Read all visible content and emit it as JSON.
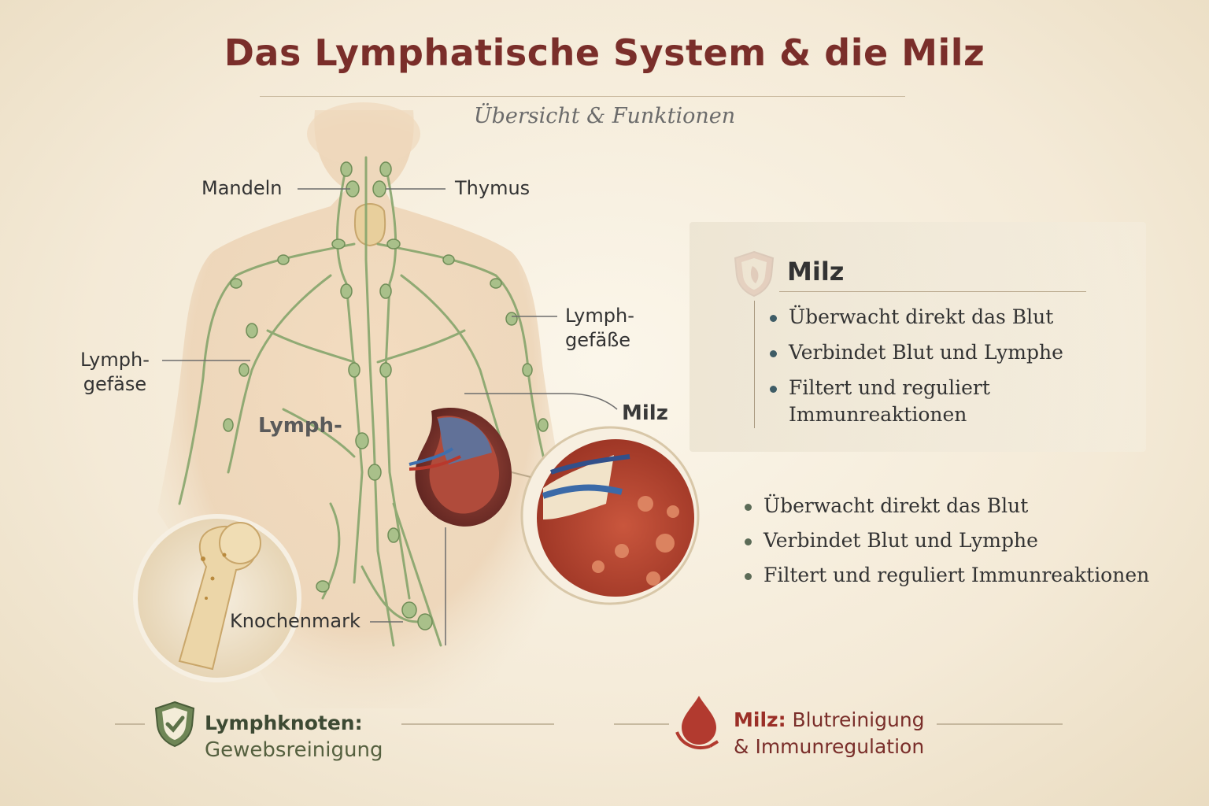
{
  "title": "Das Lymphatische System & die Milz",
  "subtitle": "Übersicht & Funktionen",
  "labels": {
    "mandeln": "Mandeln",
    "thymus": "Thymus",
    "lymphgefaesse_right_line1": "Lymph-",
    "lymphgefaesse_right_line2": "gefäße",
    "lymphgefaesse_left_line1": "Lymph-",
    "lymphgefaesse_left_line2": "gefäse",
    "lymph": "Lymph-",
    "milz": "Milz",
    "knochenmark": "Knochenmark"
  },
  "panel": {
    "title": "Milz",
    "items": [
      "Überwacht direkt das Blut",
      "Verbindet Blut und Lymphe",
      "Filtert und reguliert Immunreaktionen"
    ]
  },
  "side_list": [
    "Überwacht direkt das Blut",
    "Verbindet Blut und Lymphe",
    "Filtert und reguliert Immunreaktionen"
  ],
  "footer": {
    "left_title": "Lymphknoten:",
    "left_text": "Gewebsreinigung",
    "right_title": "Milz:",
    "right_text_line1": "Blutreinigung",
    "right_text_line2": "& Immunregulation"
  },
  "colors": {
    "title": "#7a2e2a",
    "lymph_green": "#7f9b66",
    "spleen_red": "#a33a2c",
    "shield_green": "#5d7249",
    "drop_red": "#b23a2f"
  },
  "icons": [
    "shield-icon",
    "shield-check-icon",
    "blood-drop-icon"
  ]
}
